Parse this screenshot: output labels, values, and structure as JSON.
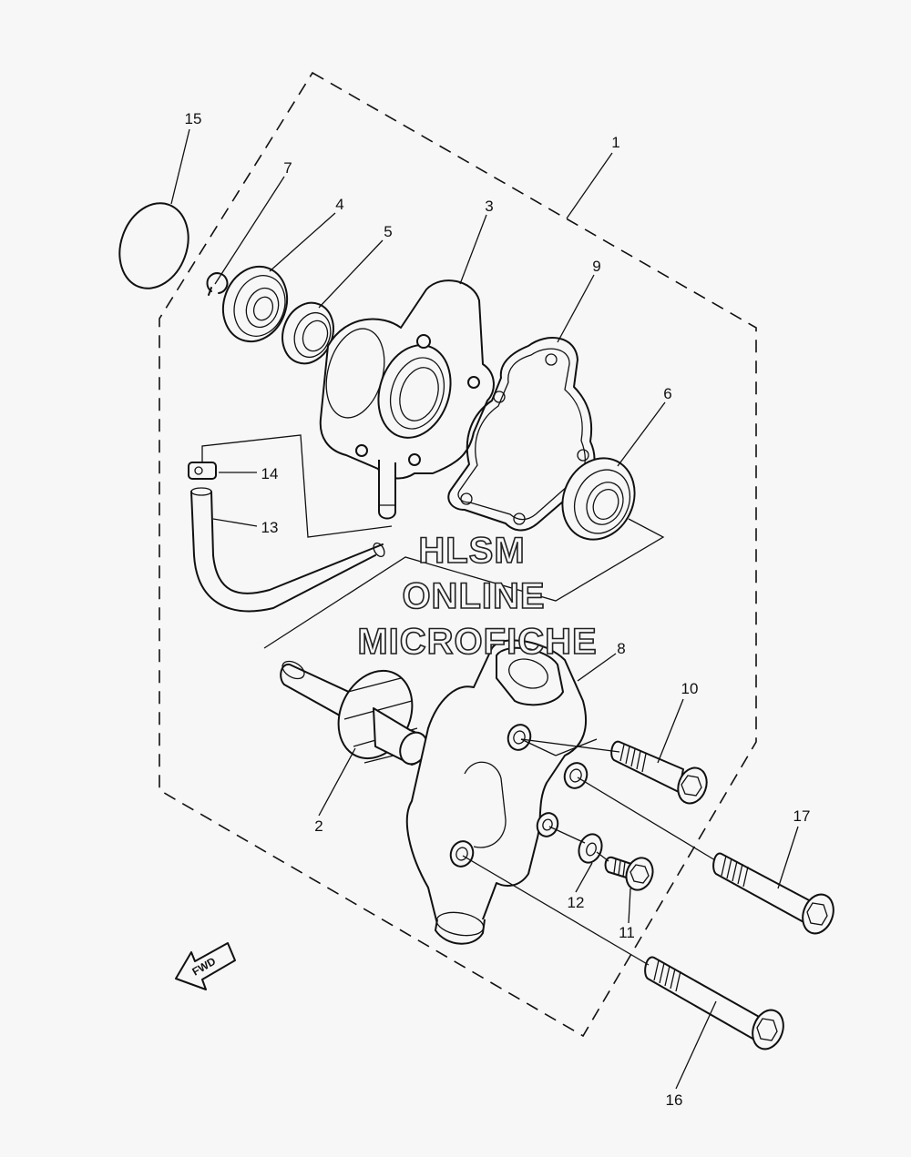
{
  "callouts": [
    {
      "id": "1",
      "label": "1"
    },
    {
      "id": "2",
      "label": "2"
    },
    {
      "id": "3",
      "label": "3"
    },
    {
      "id": "4",
      "label": "4"
    },
    {
      "id": "5",
      "label": "5"
    },
    {
      "id": "6",
      "label": "6"
    },
    {
      "id": "7",
      "label": "7"
    },
    {
      "id": "8",
      "label": "8"
    },
    {
      "id": "9",
      "label": "9"
    },
    {
      "id": "10",
      "label": "10"
    },
    {
      "id": "11",
      "label": "11"
    },
    {
      "id": "12",
      "label": "12"
    },
    {
      "id": "13",
      "label": "13"
    },
    {
      "id": "14",
      "label": "14"
    },
    {
      "id": "15",
      "label": "15"
    },
    {
      "id": "16",
      "label": "16"
    },
    {
      "id": "17",
      "label": "17"
    }
  ],
  "watermark": {
    "line1": "HLSM",
    "line2": "ONLINE",
    "line3": "MICROFICHE"
  },
  "fwd_label": "FWD"
}
